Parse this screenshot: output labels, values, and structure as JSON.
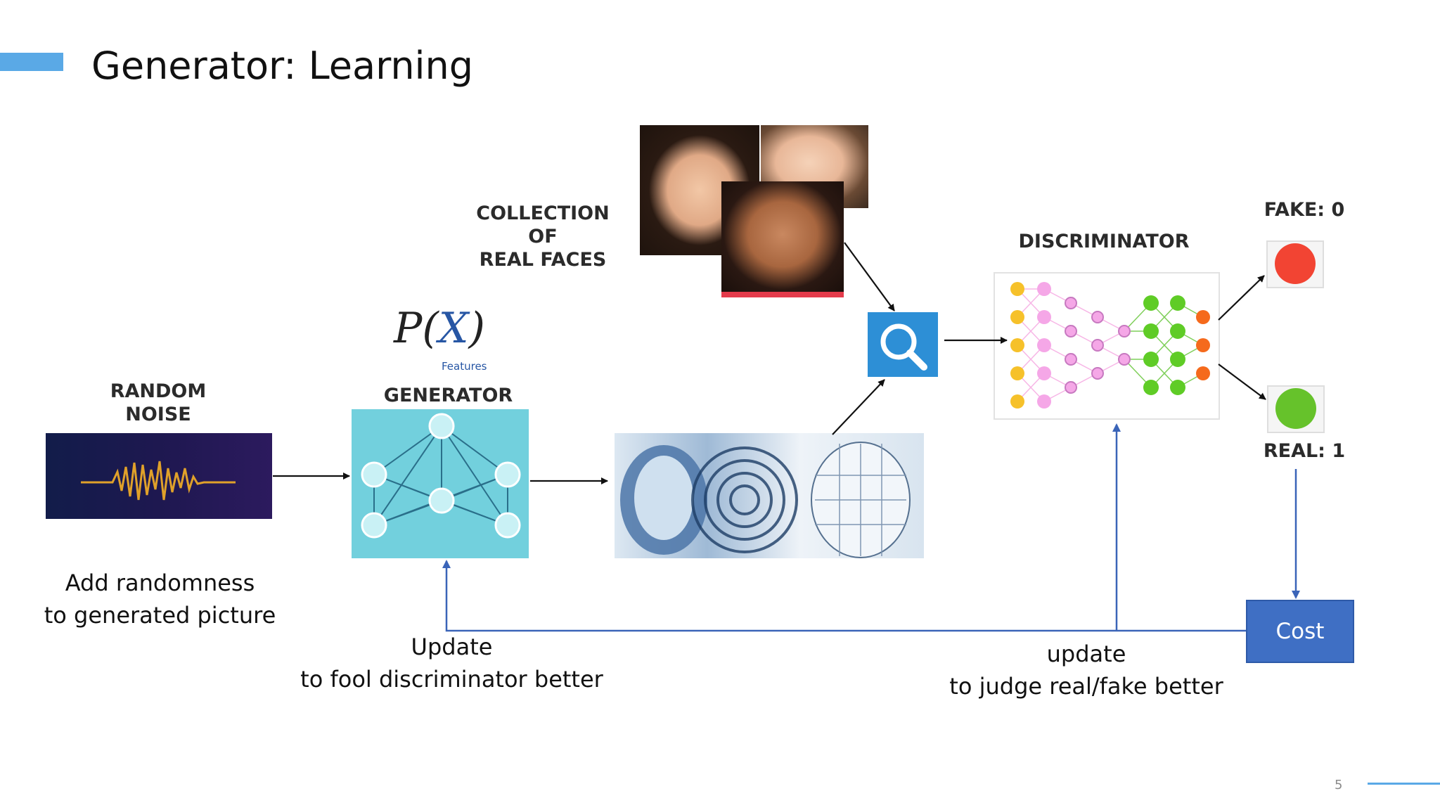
{
  "slide": {
    "title": "Generator: Learning",
    "page_number": "5"
  },
  "labels": {
    "random_noise_line1": "RANDOM",
    "random_noise_line2": "NOISE",
    "generator": "GENERATOR",
    "px_p": "P",
    "px_open": "(",
    "px_x": "X",
    "px_close": ")",
    "features": "Features",
    "collection_line1": "COLLECTION OF",
    "collection_line2": "REAL FACES",
    "discriminator": "DISCRIMINATOR",
    "fake": "FAKE: 0",
    "real": "REAL: 1",
    "cost": "Cost"
  },
  "captions": {
    "noise_line1": "Add randomness",
    "noise_line2": "to generated picture",
    "gen_update_line1": "Update",
    "gen_update_line2": "to fool discriminator better",
    "disc_update_line1": "update",
    "disc_update_line2": "to judge real/fake better"
  },
  "colors": {
    "accent": "#5aa9e6",
    "fake_dot": "#f24433",
    "real_dot": "#66c22b",
    "cost_box": "#3f6fc4",
    "feedback_line": "#3a64b8",
    "generator_box": "#72d0dd",
    "noise_wave": "#e0a12a"
  },
  "icons": {
    "magnifier": "search-icon"
  }
}
